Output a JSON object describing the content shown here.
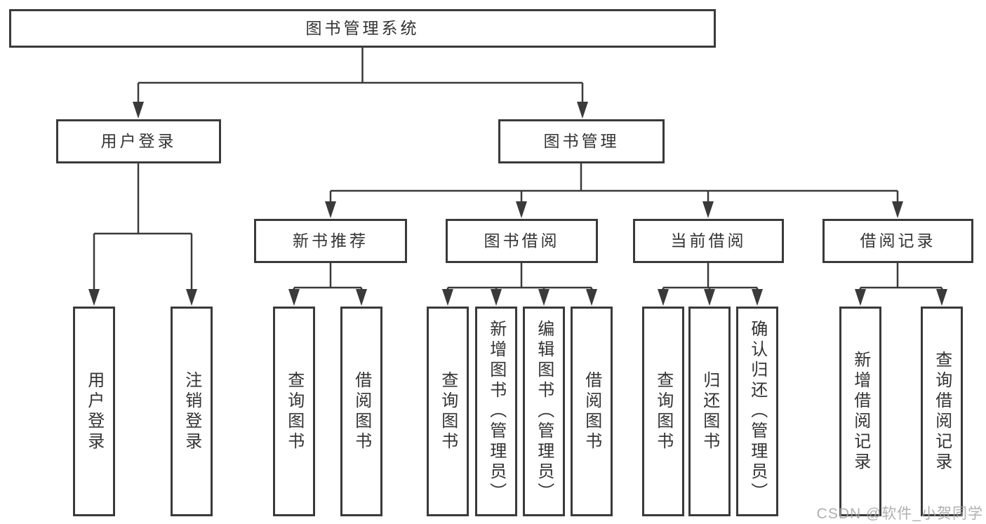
{
  "diagram": {
    "root": {
      "label": "图书管理系统"
    },
    "branches": [
      {
        "label": "用户登录",
        "children": [
          {
            "label": "用户登录"
          },
          {
            "label": "注销登录"
          }
        ]
      },
      {
        "label": "图书管理",
        "children": [
          {
            "label": "新书推荐",
            "children": [
              {
                "label": "查询图书"
              },
              {
                "label": "借阅图书"
              }
            ]
          },
          {
            "label": "图书借阅",
            "children": [
              {
                "label": "查询图书"
              },
              {
                "label": "新增图书（管理员）"
              },
              {
                "label": "编辑图书（管理员）"
              },
              {
                "label": "借阅图书"
              }
            ]
          },
          {
            "label": "当前借阅",
            "children": [
              {
                "label": "查询图书"
              },
              {
                "label": "归还图书"
              },
              {
                "label": "确认归还（管理员）"
              }
            ]
          },
          {
            "label": "借阅记录",
            "children": [
              {
                "label": "新增借阅记录"
              },
              {
                "label": "查询借阅记录"
              }
            ]
          }
        ]
      }
    ]
  },
  "watermark": {
    "text": "CSDN @软件_小贺同学"
  },
  "colors": {
    "line": "#3a3a3a",
    "box_border": "#3a3a3a",
    "text": "#333333",
    "background": "#ffffff",
    "watermark": "#a2a2a2"
  }
}
